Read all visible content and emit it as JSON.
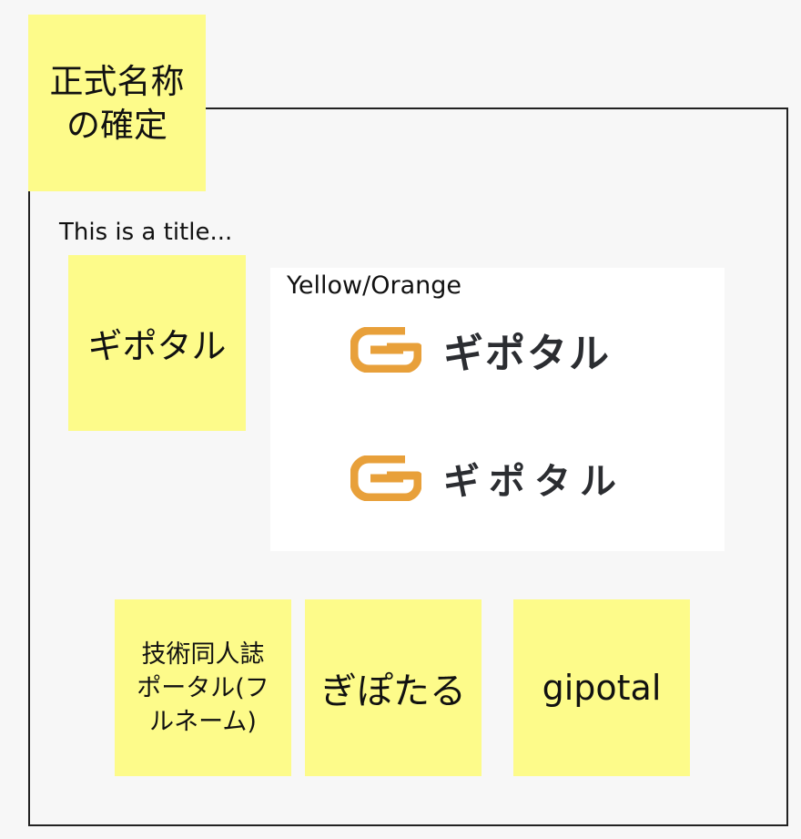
{
  "header_note": {
    "line1": "正式名称",
    "line2": "の確定"
  },
  "frame": {
    "title": "This is a title..."
  },
  "notes": {
    "katakana": "ギポタル",
    "fullname_line1": "技術同人誌",
    "fullname_line2": "ポータル(フ",
    "fullname_line3": "ルネーム)",
    "hiragana": "ぎぽたる",
    "romaji": "gipotal"
  },
  "logo_card": {
    "label": "Yellow/Orange",
    "logo_text_1": "ギポタル",
    "logo_text_2": "ギポタル"
  },
  "colors": {
    "sticky": "#fdfb8a",
    "logo_orange": "#e8a03a",
    "logo_text": "#2b2d31",
    "frame_border": "#222222"
  },
  "icons": [
    "g-logo-icon"
  ]
}
